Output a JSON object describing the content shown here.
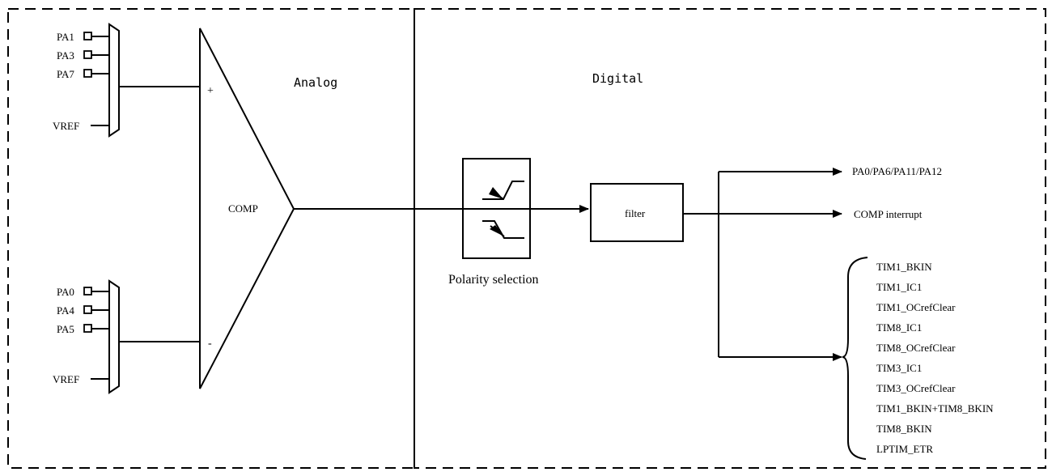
{
  "regions": {
    "analog": "Analog",
    "digital": "Digital"
  },
  "comparator": {
    "label": "COMP",
    "plus": "+",
    "minus": "-"
  },
  "mux_plus": {
    "inputs": [
      "PA1",
      "PA3",
      "PA7"
    ],
    "vref": "VREF"
  },
  "mux_minus": {
    "inputs": [
      "PA0",
      "PA4",
      "PA5"
    ],
    "vref": "VREF"
  },
  "polarity": {
    "label": "Polarity selection"
  },
  "filter": {
    "label": "filter"
  },
  "outputs": {
    "gpio": "PA0/PA6/PA11/PA12",
    "interrupt": "COMP interrupt"
  },
  "timer_targets": [
    "TIM1_BKIN",
    "TIM1_IC1",
    "TIM1_OCrefClear",
    "TIM8_IC1",
    "TIM8_OCrefClear",
    "TIM3_IC1",
    "TIM3_OCrefClear",
    "TIM1_BKIN+TIM8_BKIN",
    "TIM8_BKIN",
    "LPTIM_ETR"
  ]
}
